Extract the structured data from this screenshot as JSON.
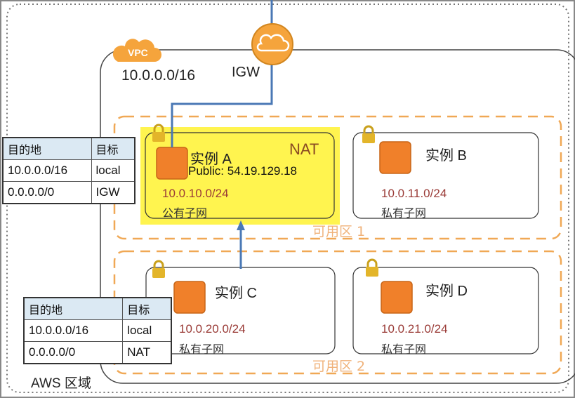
{
  "region": {
    "label": "AWS 区域"
  },
  "vpc": {
    "badge": "VPC",
    "cidr": "10.0.0.0/16"
  },
  "igw": {
    "label": "IGW"
  },
  "availability_zones": [
    {
      "label": "可用区 1"
    },
    {
      "label": "可用区 2"
    }
  ],
  "subnets": [
    {
      "instance": "实例 A",
      "cidr": "10.0.10.0/24",
      "type": "公有子网",
      "nat_label": "NAT",
      "public_ip": "Public: 54.19.129.18"
    },
    {
      "instance": "实例 B",
      "cidr": "10.0.11.0/24",
      "type": "私有子网"
    },
    {
      "instance": "实例 C",
      "cidr": "10.0.20.0/24",
      "type": "私有子网"
    },
    {
      "instance": "实例 D",
      "cidr": "10.0.21.0/24",
      "type": "私有子网"
    }
  ],
  "route_tables": [
    {
      "headers": [
        "目的地",
        "目标"
      ],
      "rows": [
        [
          "10.0.0.0/16",
          "local"
        ],
        [
          "0.0.0.0/0",
          "IGW"
        ]
      ]
    },
    {
      "headers": [
        "目的地",
        "目标"
      ],
      "rows": [
        [
          "10.0.0.0/16",
          "local"
        ],
        [
          "0.0.0.0/0",
          "NAT"
        ]
      ]
    }
  ],
  "colors": {
    "instance_fill": "#f0802a",
    "az_border": "#f0a855",
    "public_highlight": "#fff44f",
    "link_line": "#4a78b5",
    "vpc_badge": "#f5a43c"
  }
}
